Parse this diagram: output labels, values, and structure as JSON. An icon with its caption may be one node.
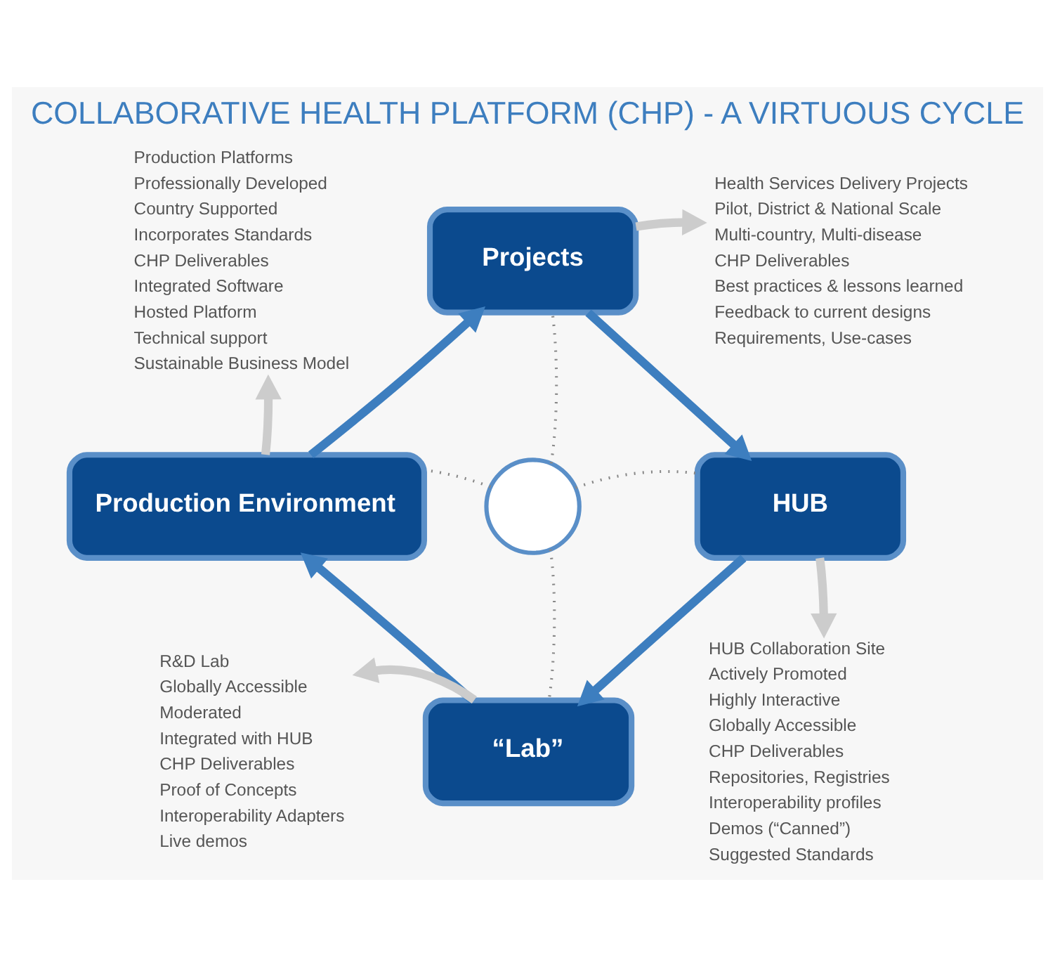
{
  "diagram": {
    "title": "COLLABORATIVE HEALTH PLATFORM (CHP) - A VIRTUOUS CYCLE",
    "nodes": [
      {
        "text": [
          "Health Services Delivery Projects",
          "Pilot, District & National Scale",
          "Multi-country, Multi-disease",
          "CHP Deliverables",
          "Best practices & lessons learned",
          "Feedback to current designs",
          "Requirements, Use-cases"
        ]
      },
      {
        "text": [
          "Production Platforms",
          "Professionally Developed",
          "Country Supported",
          "Incorporates Standards",
          "CHP Deliverables",
          "Integrated Software",
          "Hosted Platform",
          "Technical support",
          "Sustainable Business Model"
        ]
      },
      {
        "text": [
          "Projects"
        ]
      },
      {
        "text": [
          "Production Environment"
        ]
      },
      {
        "text": [],
        "shape": "circle"
      },
      {
        "text": [
          "HUB"
        ]
      },
      {
        "text": [
          "HUB Collaboration Site",
          "Actively Promoted",
          "Highly Interactive",
          "Globally Accessible",
          "CHP Deliverables",
          "Repositories, Registries",
          "Interoperability profiles",
          "Demos (“Canned”)",
          "Suggested Standards"
        ]
      },
      {
        "text": [
          "R&D Lab",
          "Globally Accessible",
          "Moderated",
          "Integrated with HUB",
          "CHP Deliverables",
          "Proof of Concepts",
          "Interoperability Adapters",
          "Live demos"
        ]
      },
      {
        "text": [
          "“Lab”"
        ]
      }
    ],
    "edges": [
      {
        "from": 2,
        "to": 0,
        "arrow": "to",
        "color": "#cccccc"
      },
      {
        "from": 2,
        "to": 5,
        "arrow": "to",
        "color": "#3d7ebf"
      },
      {
        "from": 5,
        "to": 6,
        "arrow": "to",
        "color": "#cccccc"
      },
      {
        "from": 5,
        "to": 8,
        "arrow": "to",
        "color": "#3d7ebf"
      },
      {
        "from": 8,
        "to": 7,
        "arrow": "to",
        "color": "#cccccc"
      },
      {
        "from": 8,
        "to": 3,
        "arrow": "to",
        "color": "#3d7ebf"
      },
      {
        "from": 3,
        "to": 1,
        "arrow": "to",
        "color": "#cccccc"
      },
      {
        "from": 3,
        "to": 2,
        "arrow": "to",
        "color": "#3d7ebf"
      },
      {
        "from": 4,
        "to": 2,
        "arrow": "none",
        "style": "dashed",
        "color": "#888888"
      },
      {
        "from": 4,
        "to": 3,
        "arrow": "none",
        "style": "dashed",
        "color": "#888888"
      },
      {
        "from": 4,
        "to": 5,
        "arrow": "none",
        "style": "dashed",
        "color": "#888888"
      },
      {
        "from": 4,
        "to": 8,
        "arrow": "none",
        "style": "dashed",
        "color": "#888888"
      }
    ]
  }
}
